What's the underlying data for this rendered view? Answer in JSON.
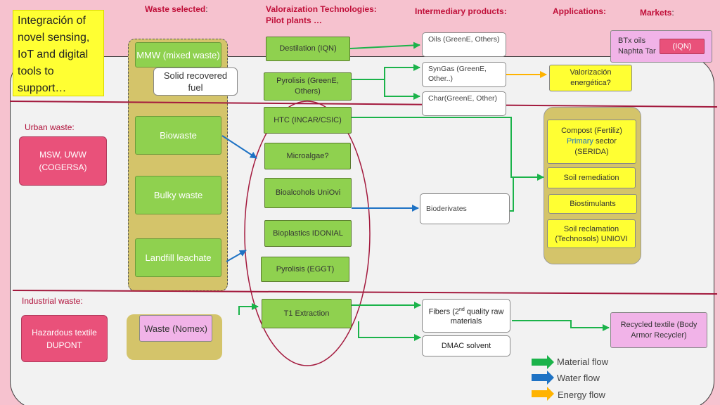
{
  "headers": {
    "waste_selected": "Waste selected",
    "waste_selected_colon": ":",
    "technologies_line1": "Valoraization Technologies:",
    "technologies_line2": "Pilot plants …",
    "intermediary": "Intermediary products:",
    "applications": "Applications:",
    "markets": "Markets",
    "markets_colon": ":"
  },
  "intro_text": "Integración of novel sensing, IoT and digital tools to support…",
  "sections": {
    "urban": "Urban waste:",
    "industrial": "Industrial waste:"
  },
  "sources": {
    "msw": "MSW, UWW (COGERSA)",
    "hazardous": "Hazardous textile DUPONT"
  },
  "waste": {
    "mmw": "MMW (mixed waste)",
    "srf": "Solid recovered fuel",
    "biowaste": "Biowaste",
    "bulky": "Bulky waste",
    "landfill": "Landfill leachate",
    "nomex": "Waste (Nomex)"
  },
  "technologies": {
    "distillation": "Destilation (IQN)",
    "pyrolisis_greene": "Pyrolisis (GreenE, Others)",
    "htc": "HTC (INCAR/CSIC)",
    "microalgae": "Microalgae?",
    "bioalcohols": "Bioalcohols UniOvi",
    "bioplastics": "Bioplastics IDONIAL",
    "pyrolisis_eggt": "Pyrolisis (EGGT)",
    "t1": "T1 Extraction"
  },
  "intermediates": {
    "oils": "Oils (GreenE, Others)",
    "syngas": "SynGas (GreenE, Other..)",
    "char": "Char(GreenE, Other)",
    "bioderivates": "Bioderivates",
    "fibers_pre": "Fibers (2",
    "fibers_sup": "nd",
    "fibers_post": " quality raw materials",
    "dmac": "DMAC solvent"
  },
  "applications": {
    "valorizacion": "Valorización energética?",
    "compost_line1": "Compost (Fertiliz)",
    "compost_primary": "Primary",
    "compost_sector": " sector",
    "compost_line3": "(SERIDA)",
    "soil_remediation": "Soil remediation",
    "biostimulants": "Biostimulants",
    "soil_reclamation": "Soil reclamation (Technosols) UNIOVI"
  },
  "markets": {
    "btx": "BTx oils Naphta Tar",
    "iqn": "(IQN)",
    "recycled": "Recycled textile (Body Armor Recycler)"
  },
  "legend": {
    "material": "Material flow",
    "water": "Water flow",
    "energy": "Energy flow"
  },
  "colors": {
    "material": "#1bb34a",
    "water": "#1e72c4",
    "energy": "#ffb300",
    "header": "#c0103a",
    "tech_green": "#8fd14f",
    "source_pink": "#e9517a"
  }
}
